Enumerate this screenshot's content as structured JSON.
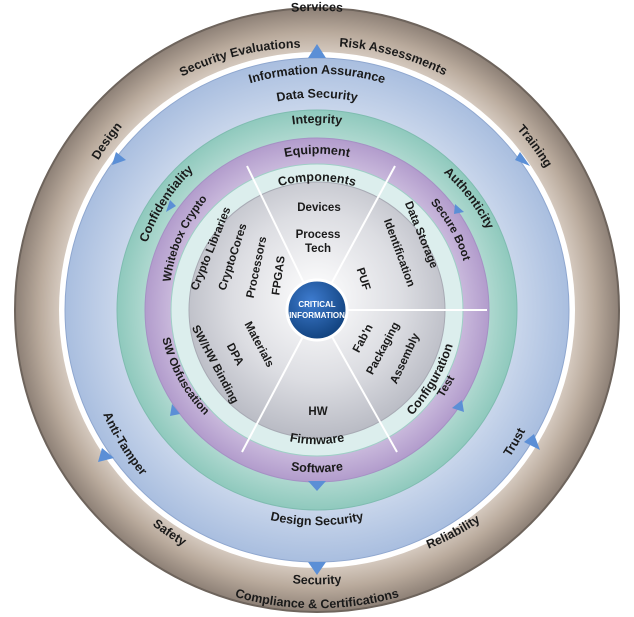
{
  "center": {
    "line1": "CRITICAL",
    "line2": "INFORMATION"
  },
  "outer_ring_labels": {
    "services": "Services",
    "security_evaluations": "Security Evaluations",
    "risk_assessments": "Risk Assessments",
    "design": "Design",
    "training": "Training",
    "anti_tamper": "Anti-Tamper",
    "trust": "Trust",
    "safety": "Safety",
    "reliability": "Reliability",
    "security": "Security",
    "compliance": "Compliance & Certifications"
  },
  "ring_labels": {
    "information_assurance": "Information Assurance",
    "data_security": "Data Security",
    "design_security": "Design Security",
    "integrity": "Integrity",
    "confidentiality": "Confidentiality",
    "authenticity": "Authenticity",
    "configuration": "Configuration",
    "equipment": "Equipment",
    "software": "Software",
    "components": "Components",
    "firmware": "Firmware"
  },
  "sector_labels": {
    "whitebox_crypto": "Whitebox Crypto",
    "crypto_libraries": "Crypto Libraries",
    "cryptocores": "CryptoCores",
    "processors": "Processors",
    "fpgas": "FPGAS",
    "sw_obfuscation": "SW Obfuscation",
    "sw_hw_binding": "SW/HW Binding",
    "dpa": "DPA",
    "materials": "Materials",
    "devices": "Devices",
    "process": "Process",
    "tech": "Tech",
    "secure_boot": "Secure Boot",
    "data_storage": "Data Storage",
    "identification": "Identification",
    "puf": "PUF",
    "test": "Test",
    "assembly": "Assembly",
    "fabn": "Fab'n",
    "packaging": "Packaging",
    "hw": "HW"
  },
  "colors": {
    "outer_ring": "#bfb1a6",
    "outer_rim": "#7a7066",
    "blue_ring": "#c6d3e8",
    "teal_ring": "#a9d5cc",
    "purple_ring": "#c6b5d8",
    "inner_ring": "#d6ecea",
    "center_disc": "#cfcfd4",
    "center_badge": "#1f5aa6",
    "arrow": "#5b8fd6"
  }
}
